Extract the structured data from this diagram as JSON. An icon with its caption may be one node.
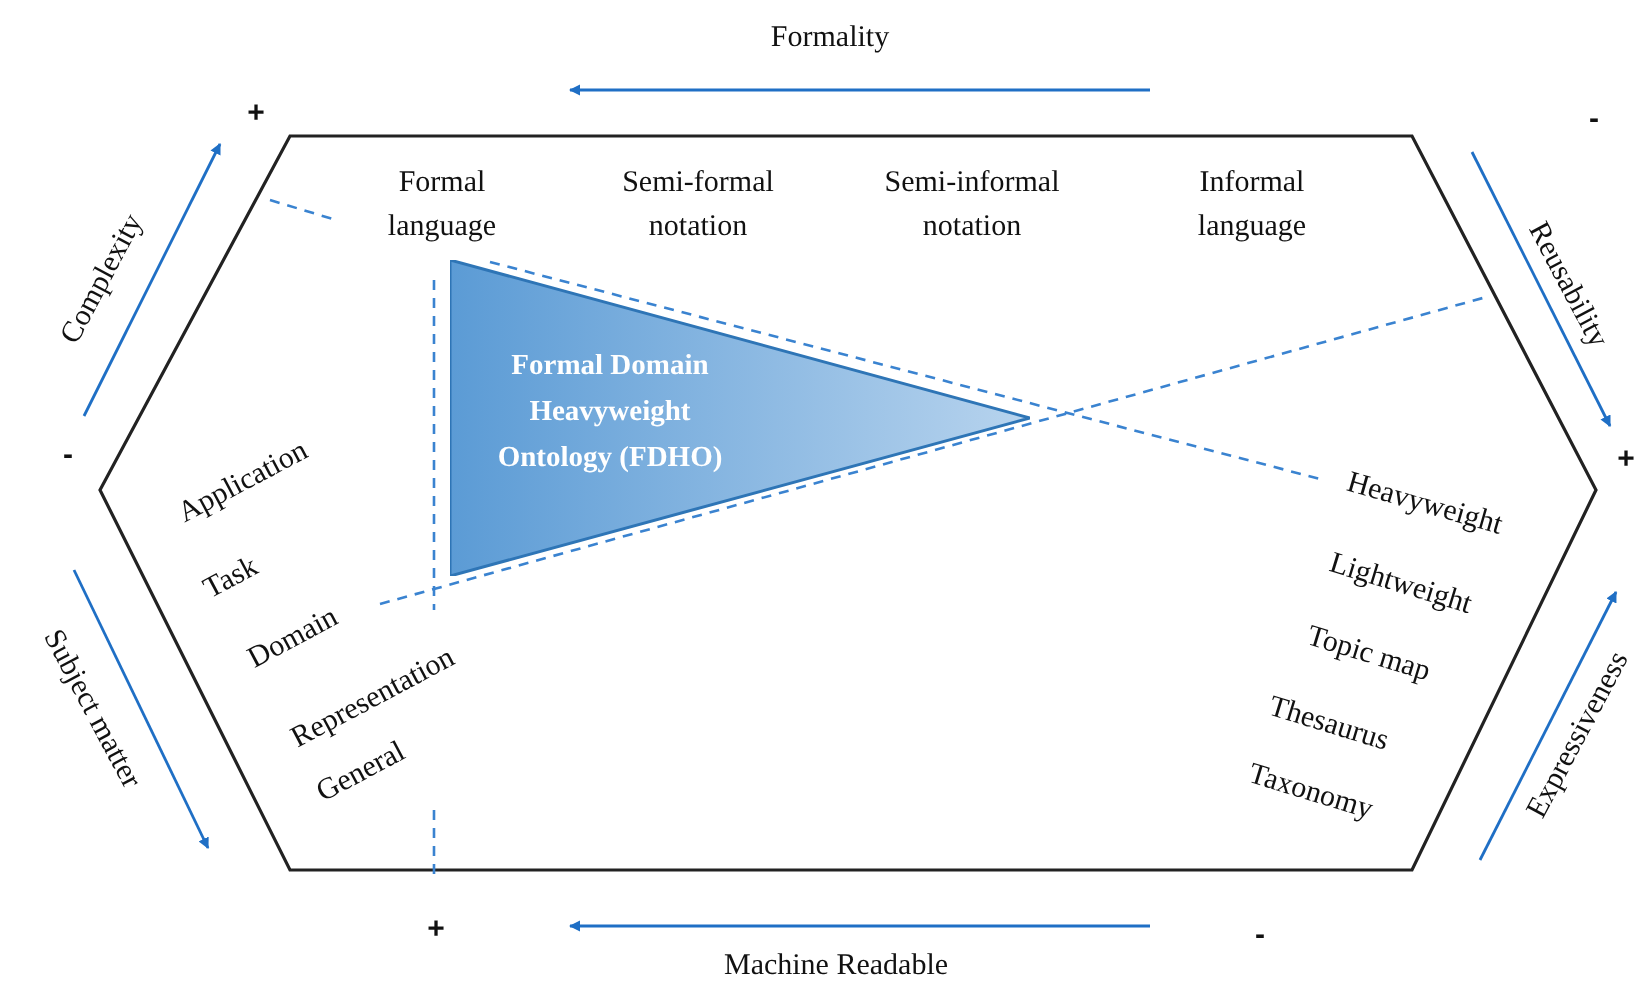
{
  "diagram": {
    "nodes": [
      {
        "text": [
          "Formal Domain Heavyweight Ontology (FDHO)"
        ]
      }
    ],
    "labels": [
      "Formality",
      "+",
      "-",
      "Formal language",
      "Semi-formal notation",
      "Semi-informal notation",
      "Informal language",
      "Complexity",
      "Reusability",
      "-",
      "+",
      "Application",
      "Heavyweight",
      "Task",
      "Lightweight",
      "Domain",
      "Topic map",
      "Representation",
      "Thesaurus",
      "Subject matter",
      "Expressiveness",
      "General",
      "Taxonomy",
      "+",
      "-",
      "Machine Readable"
    ]
  }
}
